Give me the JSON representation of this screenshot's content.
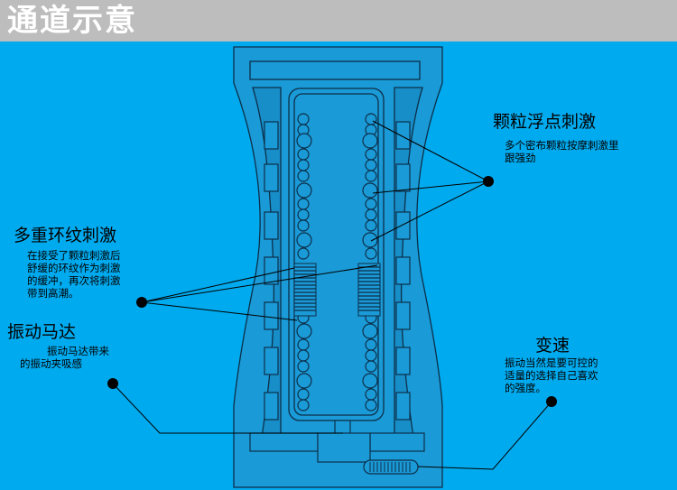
{
  "header": {
    "title": "通道示意"
  },
  "callouts": {
    "particles": {
      "title": "颗粒浮点刺激",
      "desc_line1": "多个密布颗粒按摩刺激里",
      "desc_line2": "跟强劲"
    },
    "rings": {
      "title": "多重环纹刺激",
      "desc_line1": "在接受了颗粒刺激后",
      "desc_line2": "舒缓的环纹作为刺激",
      "desc_line3": "的缓冲，再次将刺激",
      "desc_line4": "带到高潮。"
    },
    "motor": {
      "title": "振动马达",
      "desc_line1": "振动马达带来",
      "desc_line2": "的振动夹吸感"
    },
    "speed": {
      "title": "变速",
      "desc_line1": "振动当然是要可控的",
      "desc_line2": "适量的选择自己喜欢",
      "desc_line3": "的强度。"
    }
  },
  "colors": {
    "background": "#00aaee",
    "header": "#bdbdbd",
    "device_fill": "#1a9ad6",
    "outline": "#0d2f4a"
  }
}
